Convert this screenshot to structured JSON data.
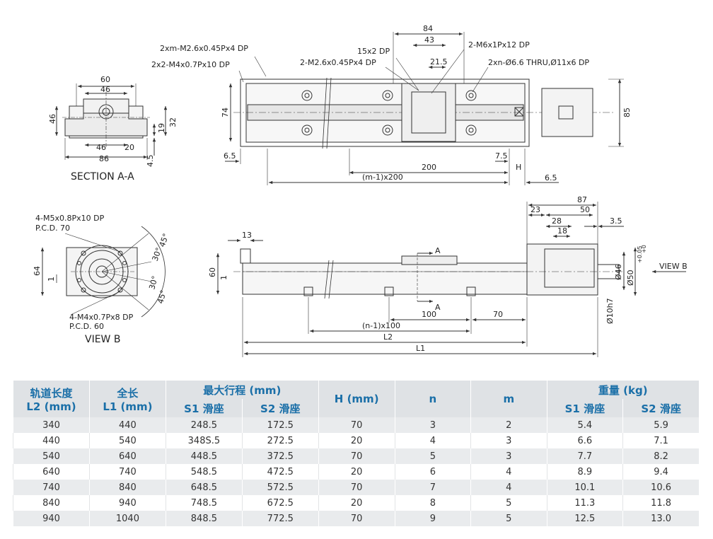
{
  "section_a": {
    "caption": "SECTION A-A",
    "dims": {
      "d60": "60",
      "d46_top": "46",
      "d46_left": "46",
      "d19": "19",
      "d32": "32",
      "d46_bot": "46",
      "d20": "20",
      "d86": "86",
      "d4_5": "4.5"
    }
  },
  "top_view": {
    "notes": {
      "n1": "2xm-M2.6x0.45Px4 DP",
      "n2": "2x2-M4x0.7Px10 DP",
      "n3": "15x2 DP",
      "n4": "2-M2.6x0.45Px4 DP",
      "n5": "2-M6x1Px12 DP",
      "n6": "2xn-Ø6.6 THRU,Ø11x6 DP"
    },
    "dims": {
      "d84": "84",
      "d43": "43",
      "d21_5": "21.5",
      "d74": "74",
      "d85": "85",
      "d6_5_left": "6.5",
      "d7_5": "7.5",
      "d200": "200",
      "dH": "H",
      "dm": "(m-1)x200",
      "d6_5_right": "6.5"
    }
  },
  "view_b": {
    "caption": "VIEW B",
    "notes": {
      "n1": "4-M5x0.8Px10 DP",
      "n2": "P.C.D. 70",
      "n3": "4-M4x0.7Px8 DP",
      "n4": "P.C.D. 60"
    },
    "dims": {
      "d64": "64",
      "d1": "1",
      "a45_top": "45°",
      "a30_top": "30°",
      "a30_bot": "30°",
      "a45_bot": "45°"
    }
  },
  "side_view": {
    "dims": {
      "d13": "13",
      "d60": "60",
      "d1": "1",
      "sectionA_top": "A",
      "sectionA_bot": "A",
      "d100": "100",
      "d70": "70",
      "dn": "(n-1)x100",
      "dL2": "L2",
      "dL1": "L1",
      "d87": "87",
      "d23": "23",
      "d50": "50",
      "d28": "28",
      "d18": "18",
      "d3_5": "3.5",
      "d46": "Ø46",
      "d50h": "Ø50",
      "tol_top": "+0.05",
      "tol_bot": "+0",
      "d10h7": "Ø10h7",
      "view_b_label": "VIEW B"
    }
  },
  "table": {
    "headers": {
      "rail_len": [
        "轨道长度",
        "L2 (mm)"
      ],
      "total_len": [
        "全长",
        "L1 (mm)"
      ],
      "max_stroke": "最大行程 (mm)",
      "s1": "S1 滑座",
      "s2": "S2 滑座",
      "h": "H (mm)",
      "n": "n",
      "m": "m",
      "weight": "重量 (kg)",
      "w_s1": "S1 滑座",
      "w_s2": "S2 滑座"
    },
    "rows": [
      [
        "340",
        "440",
        "248.5",
        "172.5",
        "70",
        "3",
        "2",
        "5.4",
        "5.9"
      ],
      [
        "440",
        "540",
        "348S.5",
        "272.5",
        "20",
        "4",
        "3",
        "6.6",
        "7.1"
      ],
      [
        "540",
        "640",
        "448.5",
        "372.5",
        "70",
        "5",
        "3",
        "7.7",
        "8.2"
      ],
      [
        "640",
        "740",
        "548.5",
        "472.5",
        "20",
        "6",
        "4",
        "8.9",
        "9.4"
      ],
      [
        "740",
        "840",
        "648.5",
        "572.5",
        "70",
        "7",
        "4",
        "10.1",
        "10.6"
      ],
      [
        "840",
        "940",
        "748.5",
        "672.5",
        "20",
        "8",
        "5",
        "11.3",
        "11.8"
      ],
      [
        "940",
        "1040",
        "848.5",
        "772.5",
        "70",
        "9",
        "5",
        "12.5",
        "13.0"
      ]
    ]
  },
  "colors": {
    "header_text": "#1a6fa8",
    "header_bg": "#dfe2e5",
    "row_alt_bg": "#e9ebed",
    "line": "#333333"
  }
}
